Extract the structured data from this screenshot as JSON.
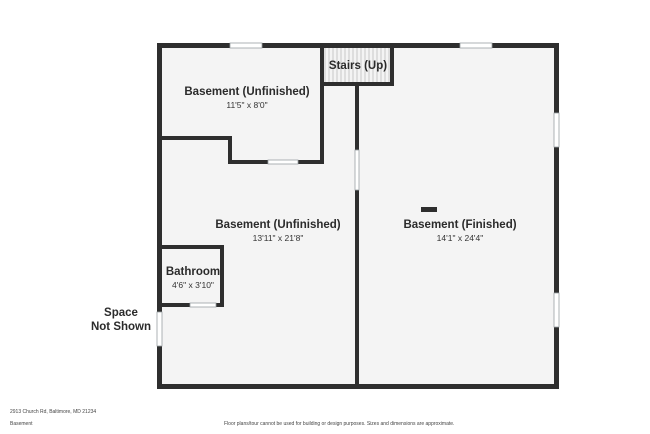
{
  "rooms": {
    "basement_top_left": {
      "name": "Basement (Unfinished)",
      "dims": "11'5\" x 8'0\""
    },
    "stairs": {
      "name": "Stairs (Up)"
    },
    "basement_finished": {
      "name": "Basement (Finished)",
      "dims": "14'1\" x 24'4\""
    },
    "basement_center": {
      "name": "Basement (Unfinished)",
      "dims": "13'11\" x 21'8\""
    },
    "bathroom": {
      "name": "Bathroom",
      "dims": "4'6\" x 3'10\""
    }
  },
  "side_note": {
    "line1": "Space",
    "line2": "Not Shown"
  },
  "footer": {
    "address": "2913 Church Rd, Baltimore, MD 21234",
    "level": "Basement",
    "disclaimer": "Floor plans/tour cannot be used for building or design purposes. Sizes and dimensions are approximate."
  },
  "colors": {
    "wall": "#2e2e2e",
    "floor": "#f4f4f4",
    "window": "#cfd3d6"
  }
}
